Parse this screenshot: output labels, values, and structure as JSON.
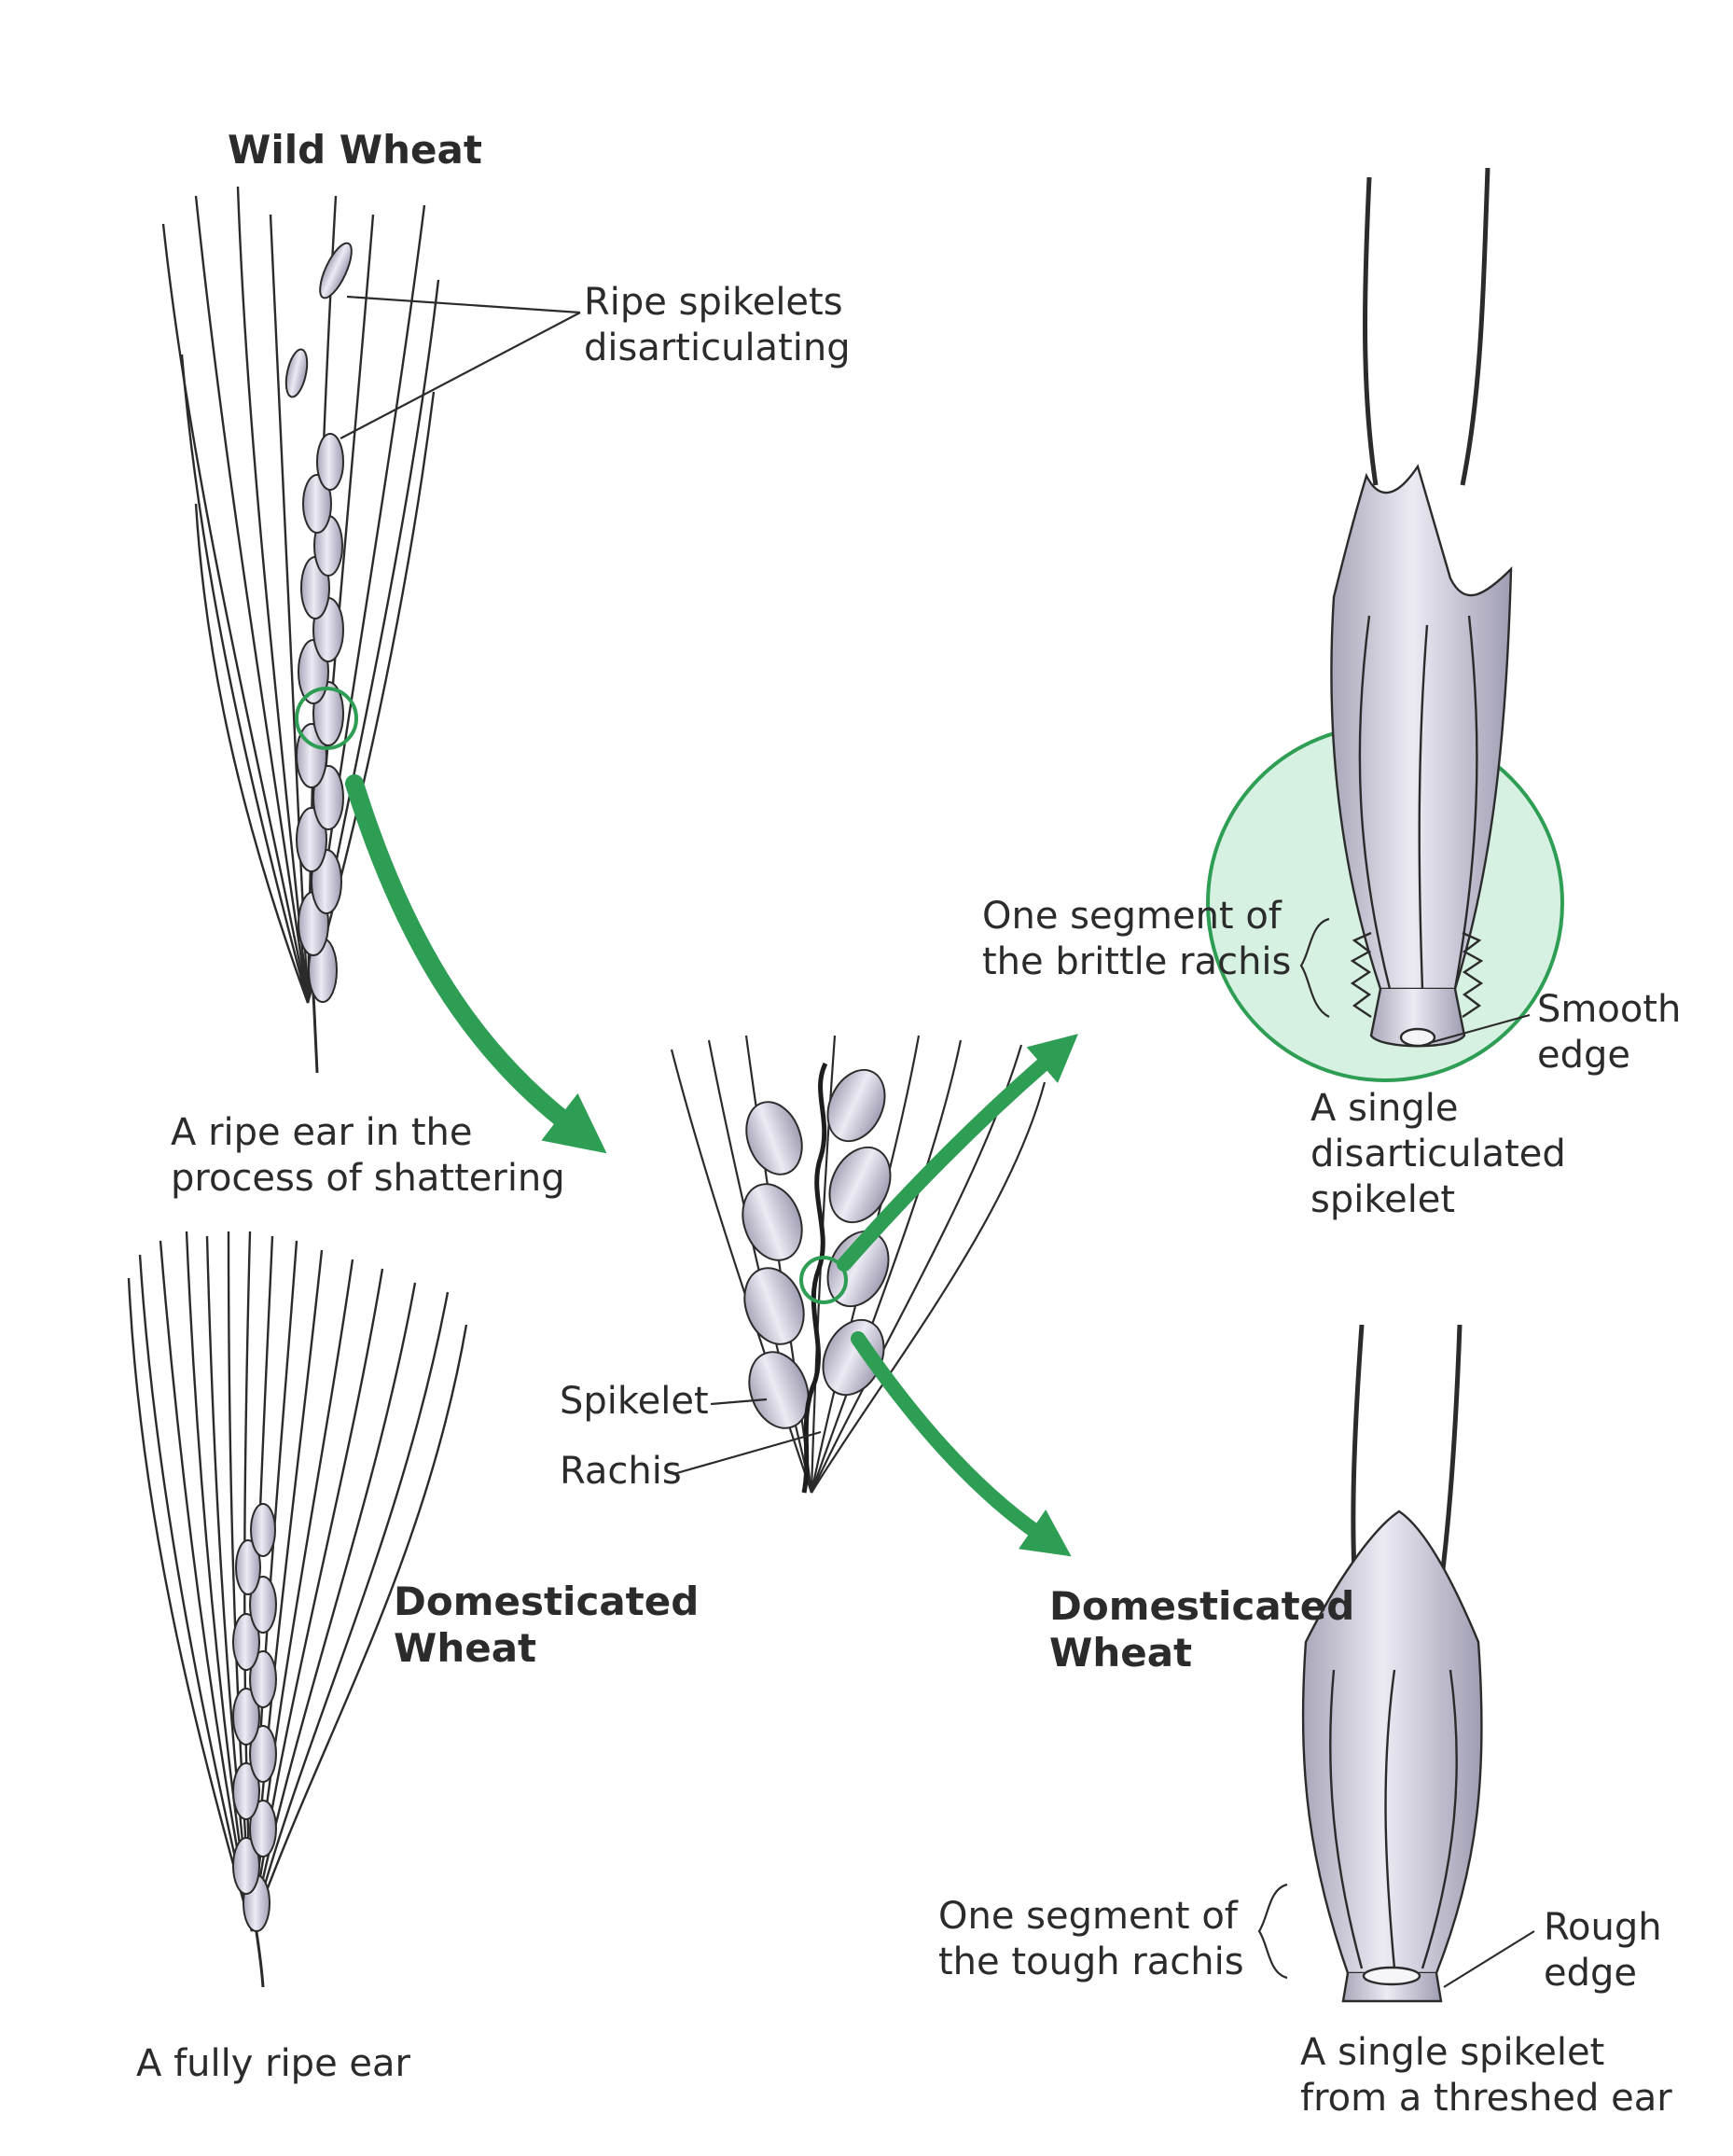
{
  "headings": {
    "wild": "Wild Wheat",
    "domesticated_left": "Domesticated\nWheat",
    "domesticated_right": "Domesticated\nWheat"
  },
  "labels": {
    "ripe_spikelets": "Ripe spikelets\ndisarticulating",
    "shattering_caption": "A ripe ear in the\nprocess of shattering",
    "full_ripe_caption": "A fully ripe ear",
    "spikelet": "Spikelet",
    "rachis": "Rachis",
    "brittle_segment": "One segment of\nthe brittle rachis",
    "smooth_edge": "Smooth\nedge",
    "disarticulated_caption": "A single\ndisarticulated\nspikelet",
    "tough_segment": "One segment of\nthe tough rachis",
    "rough_edge": "Rough\nedge",
    "threshed_caption": "A single spikelet\nfrom a threshed ear"
  },
  "colors": {
    "ink": "#2b2b2b",
    "highlight_green": "#2f9e55",
    "grain_fill": "#c9c7d6",
    "zoom_fill": "#cfeedd"
  }
}
